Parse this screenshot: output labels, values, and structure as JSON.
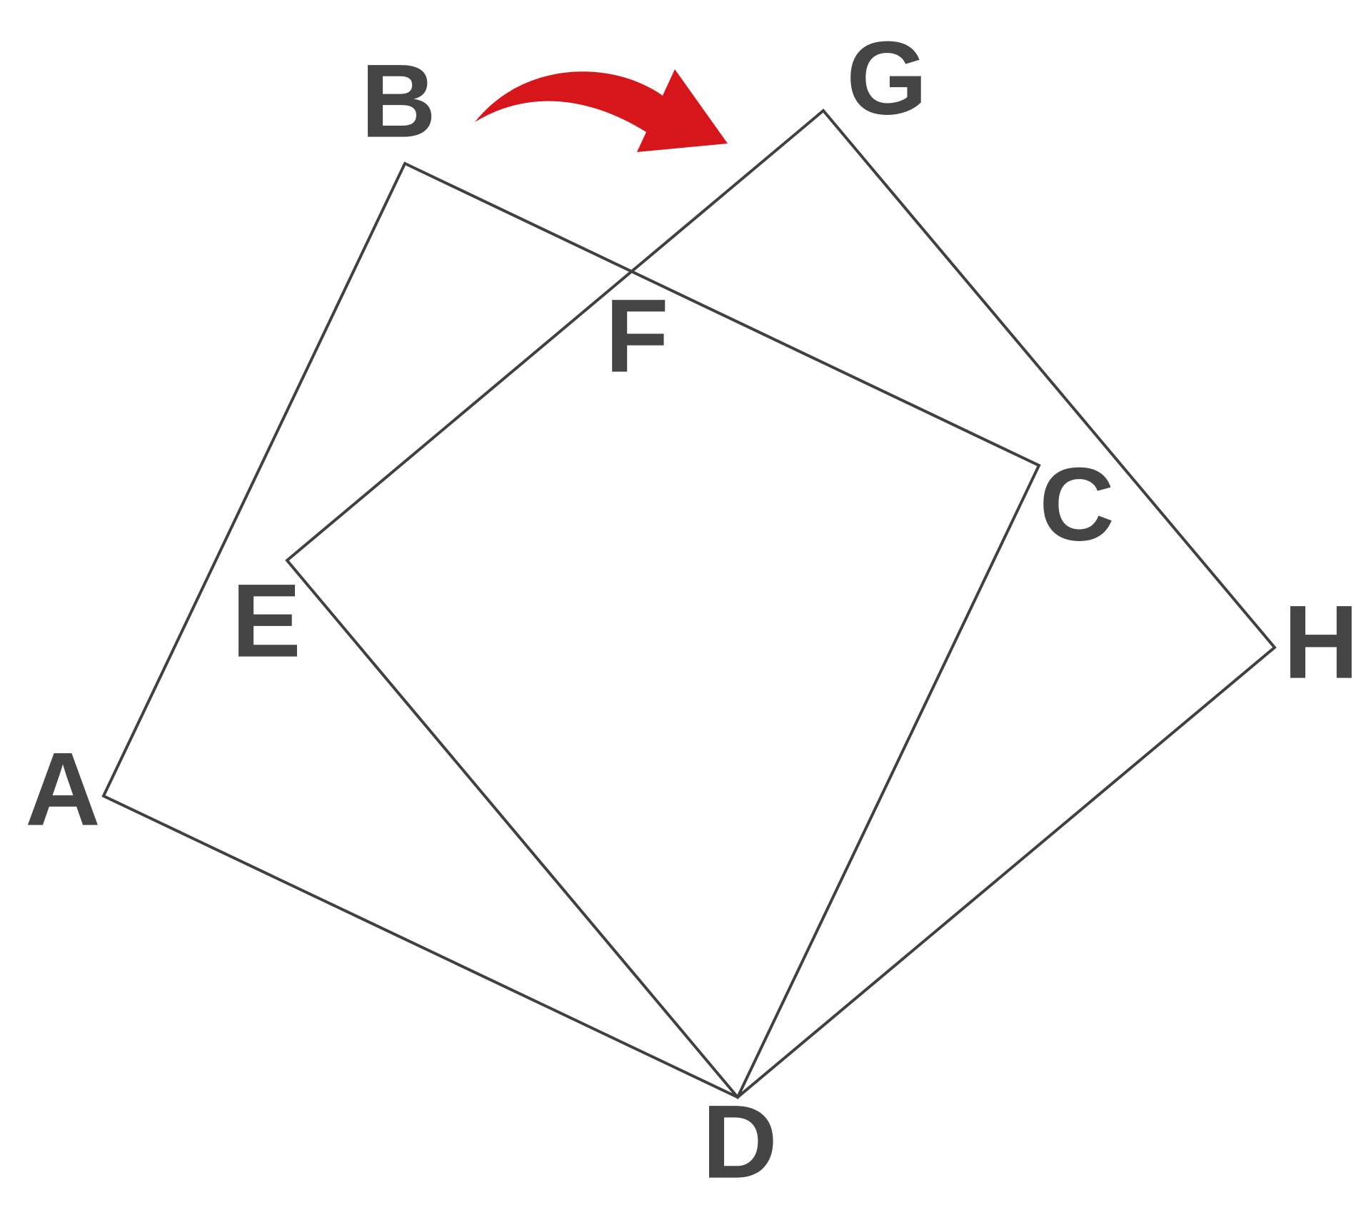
{
  "colors": {
    "stroke": "#404040",
    "label": "#454545",
    "arrow": "#d7161b",
    "background": "#ffffff"
  },
  "labels": {
    "A": "A",
    "B": "B",
    "C": "C",
    "D": "D",
    "E": "E",
    "F": "F",
    "G": "G",
    "H": "H"
  },
  "shapes": {
    "square_ABCD": [
      "A",
      "B",
      "C",
      "D"
    ],
    "square_EGHD": [
      "E",
      "G",
      "H",
      "D"
    ]
  },
  "rotation_arrow": {
    "from": "B",
    "to": "G",
    "direction": "clockwise",
    "icon": "curved-arrow-icon"
  }
}
